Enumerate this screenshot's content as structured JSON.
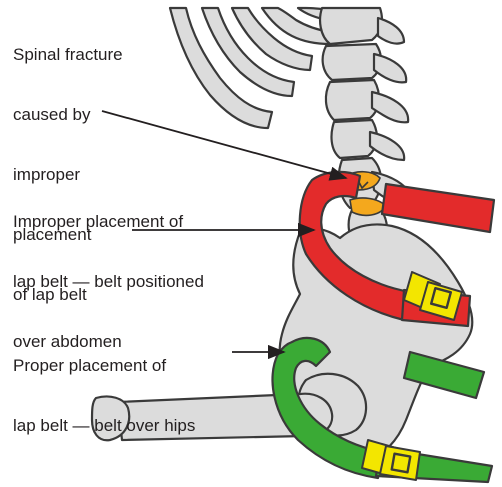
{
  "labels": {
    "fracture": [
      "Spinal fracture",
      "caused by",
      "improper",
      "placement",
      "of lap belt"
    ],
    "improper": [
      "Improper placement of",
      "lap belt — belt positioned",
      "over abdomen"
    ],
    "proper": [
      "Proper placement of",
      "lap belt — belt over hips"
    ]
  },
  "colors": {
    "bone_fill": "#dcdcdc",
    "bone_outline": "#3a3a3a",
    "improper_belt": "#e32b2b",
    "proper_belt": "#3aaa35",
    "buckle": "#f3e600",
    "fracture_highlight": "#f4a81d",
    "text": "#231f20"
  }
}
